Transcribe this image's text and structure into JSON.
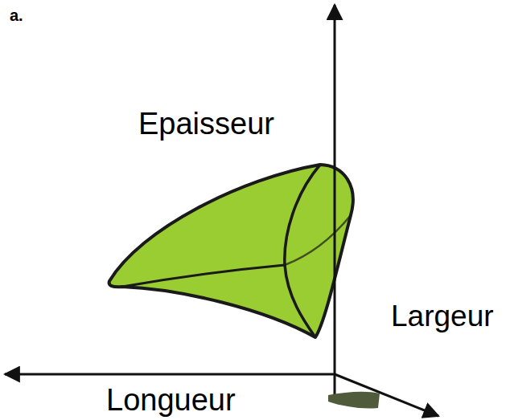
{
  "diagram": {
    "labels": [
      "a.",
      "Epaisseur",
      "Largeur",
      "Longueur"
    ]
  }
}
